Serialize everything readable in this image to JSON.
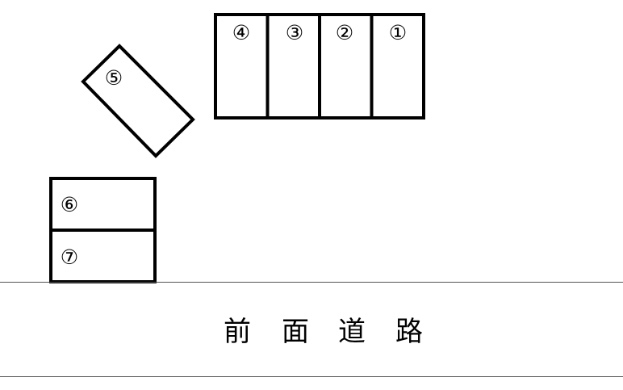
{
  "spots": [
    {
      "id": "1",
      "label": "①"
    },
    {
      "id": "2",
      "label": "②"
    },
    {
      "id": "3",
      "label": "③"
    },
    {
      "id": "4",
      "label": "④"
    },
    {
      "id": "5",
      "label": "⑤"
    },
    {
      "id": "6",
      "label": "⑥"
    },
    {
      "id": "7",
      "label": "⑦"
    }
  ],
  "road": {
    "chars": [
      "前",
      "面",
      "道",
      "路"
    ]
  },
  "colors": {
    "outline": "#000000",
    "road_line": "#555555",
    "background": "#ffffff"
  }
}
